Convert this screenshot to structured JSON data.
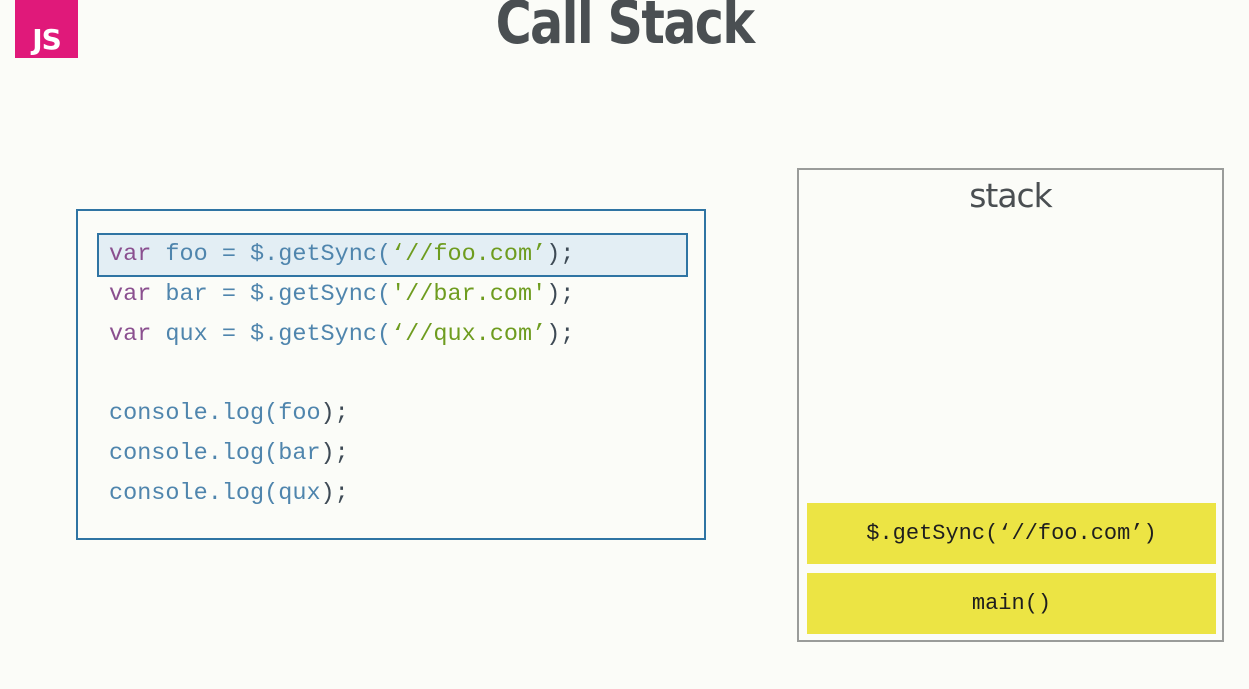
{
  "logo": {
    "label": "JS"
  },
  "title": "Call Stack",
  "code": {
    "highlighted_line": 0,
    "lines": [
      {
        "kw": "var ",
        "name": "foo = $.getSync(",
        "str": "‘//foo.com’",
        "end": ");"
      },
      {
        "kw": "var ",
        "name": "bar = $.getSync(",
        "str": "'//bar.com'",
        "end": ");"
      },
      {
        "kw": "var ",
        "name": "qux = $.getSync(",
        "str": "‘//qux.com’",
        "end": ");"
      },
      {
        "call": "console.log(",
        "arg": "foo",
        "end": ");"
      },
      {
        "call": "console.log(",
        "arg": "bar",
        "end": ");"
      },
      {
        "call": "console.log(",
        "arg": "qux",
        "end": ");"
      }
    ]
  },
  "stack": {
    "title": "stack",
    "frames": [
      "$.getSync(‘//foo.com’)",
      "main()"
    ]
  },
  "colors": {
    "accent_pink": "#e0197a",
    "code_border": "#2f74a3",
    "highlight_fill": "#e3eef4",
    "frame_fill": "#ece444",
    "keyword": "#8a4f8f",
    "identifier": "#4f85ad",
    "string": "#6e9c1f"
  }
}
